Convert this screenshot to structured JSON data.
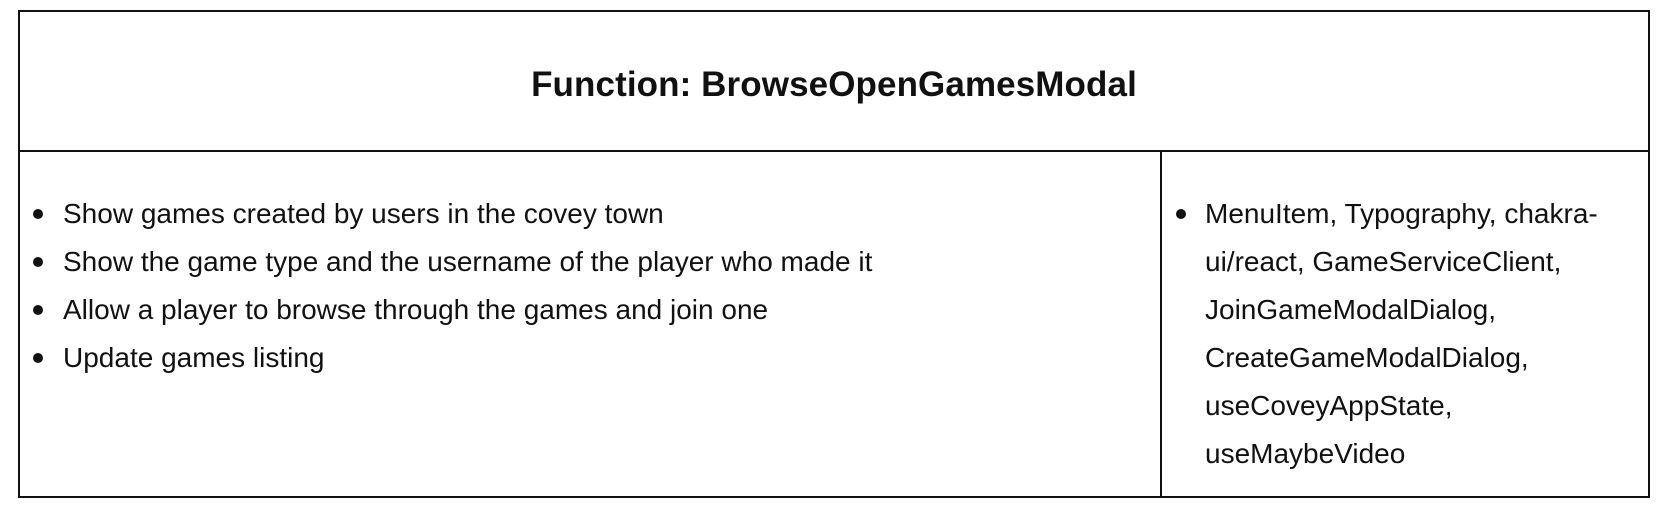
{
  "header": {
    "title": "Function: BrowseOpenGamesModal"
  },
  "responsibilities": [
    "Show games created by users in the covey town",
    "Show the game type and the username of the player who made it",
    "Allow a player to browse through the games and join one",
    "Update games listing"
  ],
  "collaborators": {
    "text": "MenuItem, Typography, chakra-ui/react, GameServiceClient, JoinGameModalDialog, CreateGameModalDialog, useCoveyAppState, useMaybeVideo"
  }
}
